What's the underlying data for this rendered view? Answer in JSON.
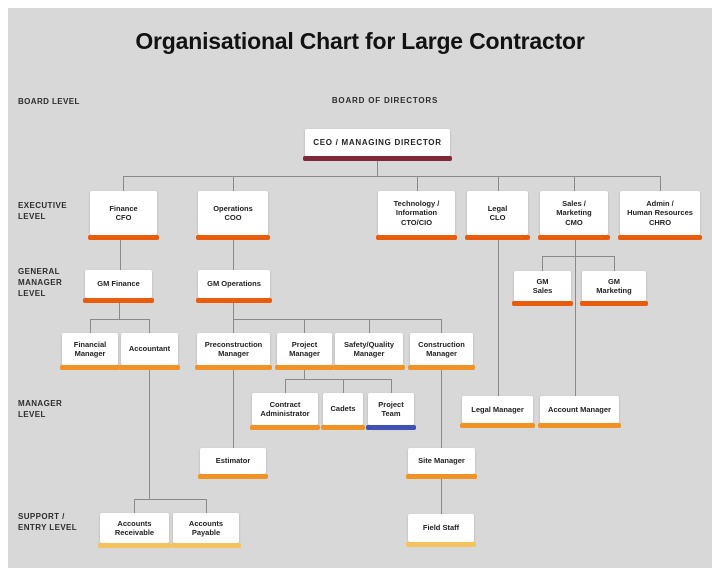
{
  "title": "Organisational Chart for Large Contractor",
  "board_heading": "BOARD OF DIRECTORS",
  "level_labels": [
    {
      "id": "board",
      "lines": [
        "BOARD LEVEL"
      ]
    },
    {
      "id": "executive",
      "lines": [
        "EXECUTIVE",
        "LEVEL"
      ]
    },
    {
      "id": "general-manager",
      "lines": [
        "GENERAL",
        "MANAGER",
        "LEVEL"
      ]
    },
    {
      "id": "manager",
      "lines": [
        "MANAGER",
        "LEVEL"
      ]
    },
    {
      "id": "support",
      "lines": [
        "SUPPORT /",
        "ENTRY LEVEL"
      ]
    }
  ],
  "colors": {
    "background": "#d8d8d8",
    "frame": "#ffffff",
    "box": "#ffffff",
    "text": "#222222",
    "connector": "#8a8a8a",
    "bar_board": "#7f2838",
    "bar_executive": "#e85c0c",
    "bar_manager": "#f09324",
    "bar_support": "#f5c35e",
    "bar_team": "#3f51b5"
  },
  "nodes": [
    {
      "id": "ceo",
      "lines": [
        "CEO / MANAGING DIRECTOR"
      ],
      "bar": "board",
      "reports_to": null
    },
    {
      "id": "finance",
      "lines": [
        "Finance",
        "CFO"
      ],
      "bar": "executive",
      "reports_to": "ceo"
    },
    {
      "id": "operations",
      "lines": [
        "Operations",
        "COO"
      ],
      "bar": "executive",
      "reports_to": "ceo"
    },
    {
      "id": "technology",
      "lines": [
        "Technology /",
        "Information",
        "CTO/CIO"
      ],
      "bar": "executive",
      "reports_to": "ceo"
    },
    {
      "id": "legal",
      "lines": [
        "Legal",
        "CLO"
      ],
      "bar": "executive",
      "reports_to": "ceo"
    },
    {
      "id": "sales-marketing",
      "lines": [
        "Sales /",
        "Marketing",
        "CMO"
      ],
      "bar": "executive",
      "reports_to": "ceo"
    },
    {
      "id": "admin-hr",
      "lines": [
        "Admin /",
        "Human Resources",
        "CHRO"
      ],
      "bar": "executive",
      "reports_to": "ceo"
    },
    {
      "id": "gm-finance",
      "lines": [
        "GM Finance"
      ],
      "bar": "executive",
      "reports_to": "finance"
    },
    {
      "id": "gm-operations",
      "lines": [
        "GM Operations"
      ],
      "bar": "executive",
      "reports_to": "operations"
    },
    {
      "id": "gm-sales",
      "lines": [
        "GM",
        "Sales"
      ],
      "bar": "executive",
      "reports_to": "sales-marketing"
    },
    {
      "id": "gm-marketing",
      "lines": [
        "GM",
        "Marketing"
      ],
      "bar": "executive",
      "reports_to": "sales-marketing"
    },
    {
      "id": "financial-manager",
      "lines": [
        "Financial",
        "Manager"
      ],
      "bar": "manager",
      "reports_to": "gm-finance"
    },
    {
      "id": "accountant",
      "lines": [
        "Accountant"
      ],
      "bar": "manager",
      "reports_to": "gm-finance"
    },
    {
      "id": "preconstruction-manager",
      "lines": [
        "Preconstruction",
        "Manager"
      ],
      "bar": "manager",
      "reports_to": "gm-operations"
    },
    {
      "id": "project-manager",
      "lines": [
        "Project",
        "Manager"
      ],
      "bar": "manager",
      "reports_to": "gm-operations"
    },
    {
      "id": "safety-quality-manager",
      "lines": [
        "Safety/Quality",
        "Manager"
      ],
      "bar": "manager",
      "reports_to": "gm-operations"
    },
    {
      "id": "construction-manager",
      "lines": [
        "Construction",
        "Manager"
      ],
      "bar": "manager",
      "reports_to": "gm-operations"
    },
    {
      "id": "contract-administrator",
      "lines": [
        "Contract",
        "Administrator"
      ],
      "bar": "manager",
      "reports_to": "project-manager"
    },
    {
      "id": "cadets",
      "lines": [
        "Cadets"
      ],
      "bar": "manager",
      "reports_to": "project-manager"
    },
    {
      "id": "project-team",
      "lines": [
        "Project",
        "Team"
      ],
      "bar": "team",
      "reports_to": "project-manager"
    },
    {
      "id": "legal-manager",
      "lines": [
        "Legal Manager"
      ],
      "bar": "manager",
      "reports_to": "legal"
    },
    {
      "id": "account-manager",
      "lines": [
        "Account Manager"
      ],
      "bar": "manager",
      "reports_to": "sales-marketing"
    },
    {
      "id": "estimator",
      "lines": [
        "Estimator"
      ],
      "bar": "manager",
      "reports_to": "preconstruction-manager"
    },
    {
      "id": "site-manager",
      "lines": [
        "Site Manager"
      ],
      "bar": "manager",
      "reports_to": "construction-manager"
    },
    {
      "id": "accounts-receivable",
      "lines": [
        "Accounts",
        "Receivable"
      ],
      "bar": "support",
      "reports_to": "accountant"
    },
    {
      "id": "accounts-payable",
      "lines": [
        "Accounts",
        "Payable"
      ],
      "bar": "support",
      "reports_to": "accountant"
    },
    {
      "id": "field-staff",
      "lines": [
        "Field Staff"
      ],
      "bar": "support",
      "reports_to": "site-manager"
    }
  ]
}
